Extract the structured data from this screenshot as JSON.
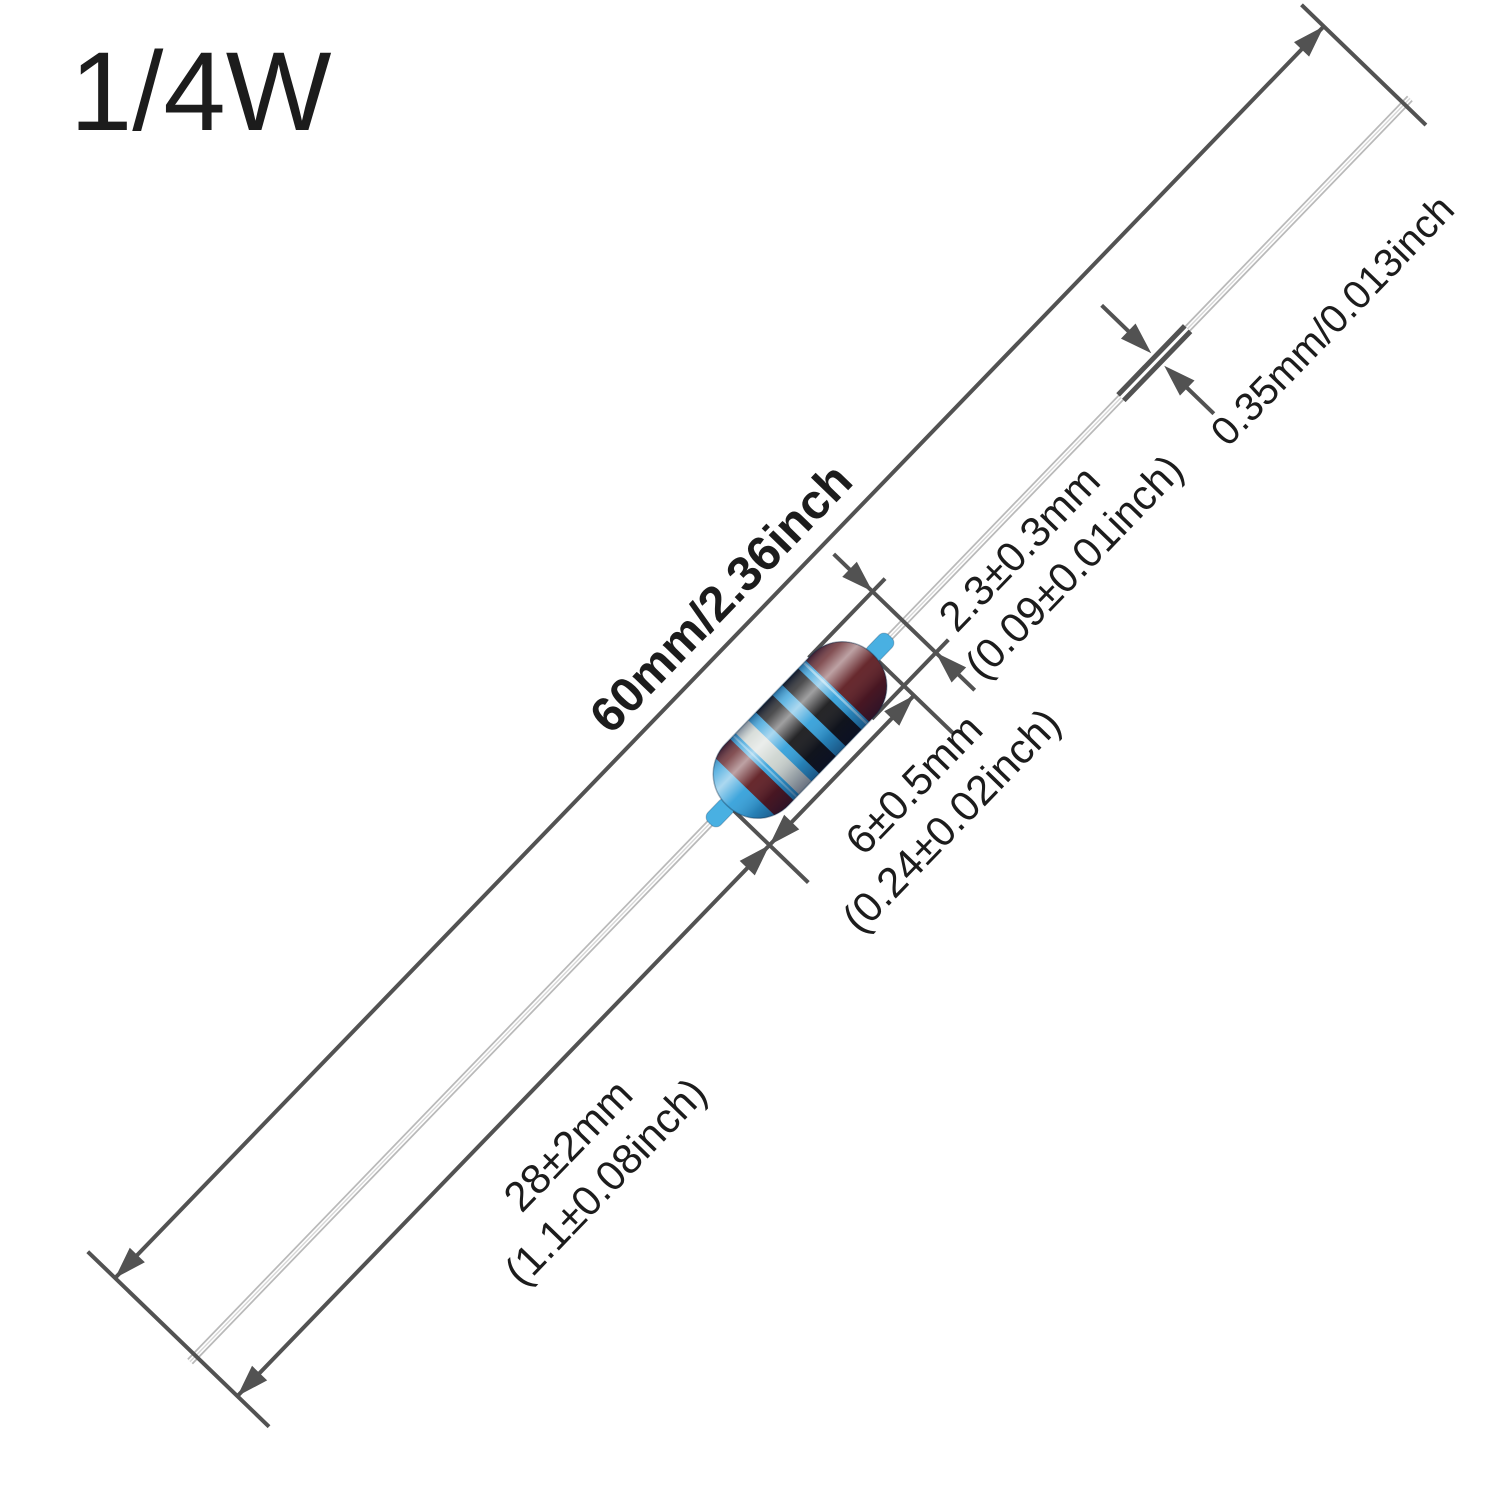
{
  "title": {
    "wattage": "1/4W"
  },
  "dimensions": {
    "total_length": "60mm/2.36inch",
    "lead_length": {
      "mm": "28±2mm",
      "inch": "(1.1±0.08inch)"
    },
    "body_length": {
      "mm": "6±0.5mm",
      "inch": "(0.24±0.02inch)"
    },
    "body_diameter": {
      "mm": "2.3±0.3mm",
      "inch": "(0.09±0.01inch)"
    },
    "lead_diameter": "0.35mm/0.013inch"
  },
  "resistor": {
    "type": "metal film resistor, axial leads",
    "band_colors": [
      "brown",
      "black",
      "black",
      "silver",
      "brown"
    ]
  },
  "colors": {
    "dimension": "#525252",
    "text": "#1c1c1c",
    "wire_gray": "#b9b9b9",
    "wire_core": "#ffffff",
    "body_blue": "#2f9ed9",
    "nub_blue": "#49b0e2",
    "band_brown": "#5a161b",
    "band_black": "#121214",
    "band_silver": "#ccd3ce"
  }
}
